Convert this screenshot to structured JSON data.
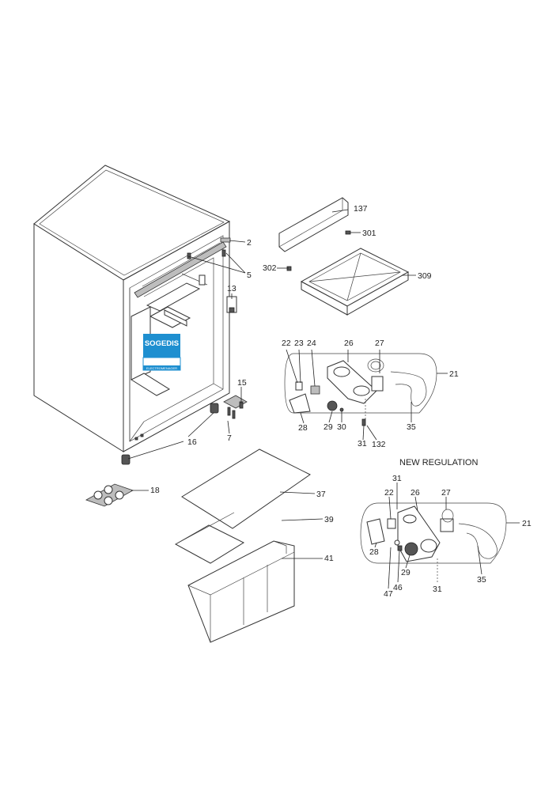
{
  "section_title": "NEW REGULATION",
  "logo": {
    "brand": "SOGEDIS",
    "sub": "ELECTROMENAGER",
    "color": "#1e8fd0"
  },
  "labels": {
    "137": "137",
    "301": "301",
    "302": "302",
    "309": "309",
    "2": "2",
    "5": "5",
    "13": "13",
    "15": "15",
    "7": "7",
    "16": "16",
    "18": "18",
    "22": "22",
    "23": "23",
    "24": "24",
    "26": "26",
    "27": "27",
    "21": "21",
    "28": "28",
    "29": "29",
    "30": "30",
    "31": "31",
    "132": "132",
    "35": "35",
    "37": "37",
    "39": "39",
    "41": "41",
    "n31": "31",
    "n22": "22",
    "n26": "26",
    "n27": "27",
    "n21": "21",
    "n28": "28",
    "n29": "29",
    "n47": "47",
    "n46": "46",
    "n31b": "31",
    "n35": "35"
  }
}
